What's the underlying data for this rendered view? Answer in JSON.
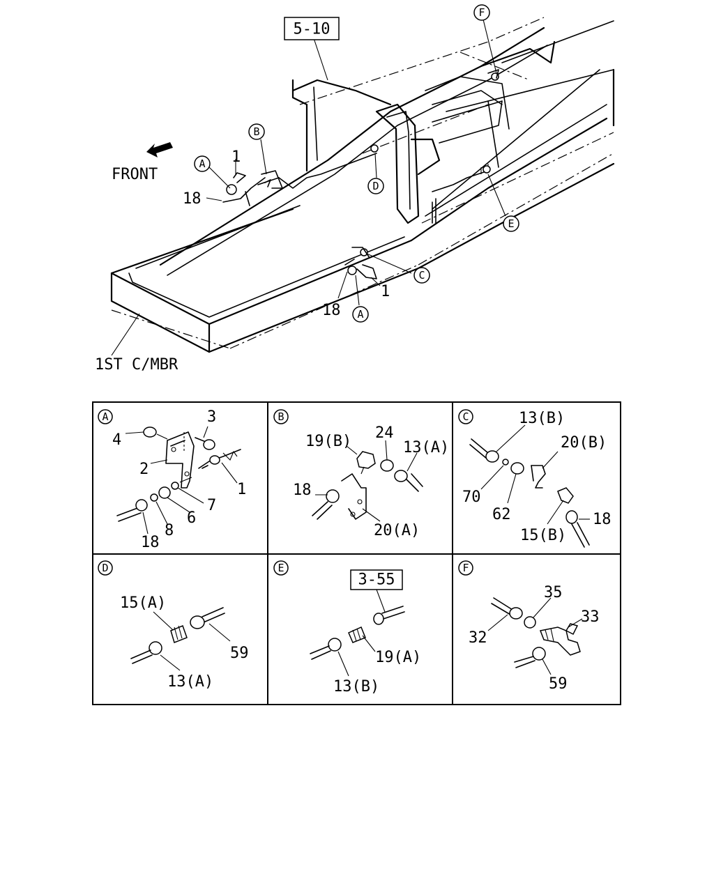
{
  "overview": {
    "ref_box": "5-10",
    "front_label": "FRONT",
    "crossmember_label": "1ST C/MBR",
    "callouts": {
      "A_top": "A",
      "A_bottom": "A",
      "B": "B",
      "C": "C",
      "D": "D",
      "E": "E",
      "F": "F"
    },
    "part_labels": {
      "p1_top": "1",
      "p18_top": "18",
      "p1_bottom": "1",
      "p18_bottom": "18"
    }
  },
  "details": {
    "A": {
      "letter": "A",
      "parts": [
        "4",
        "3",
        "2",
        "1",
        "7",
        "6",
        "8",
        "18"
      ]
    },
    "B": {
      "letter": "B",
      "parts": [
        "19(B)",
        "24",
        "13(A)",
        "18",
        "20(A)"
      ]
    },
    "C": {
      "letter": "C",
      "parts": [
        "13(B)",
        "20(B)",
        "70",
        "62",
        "15(B)",
        "18"
      ]
    },
    "D": {
      "letter": "D",
      "parts": [
        "15(A)",
        "59",
        "13(A)"
      ]
    },
    "E": {
      "letter": "E",
      "ref_box": "3-55",
      "parts": [
        "19(A)",
        "13(B)"
      ]
    },
    "F": {
      "letter": "F",
      "parts": [
        "35",
        "33",
        "32",
        "59"
      ]
    }
  }
}
